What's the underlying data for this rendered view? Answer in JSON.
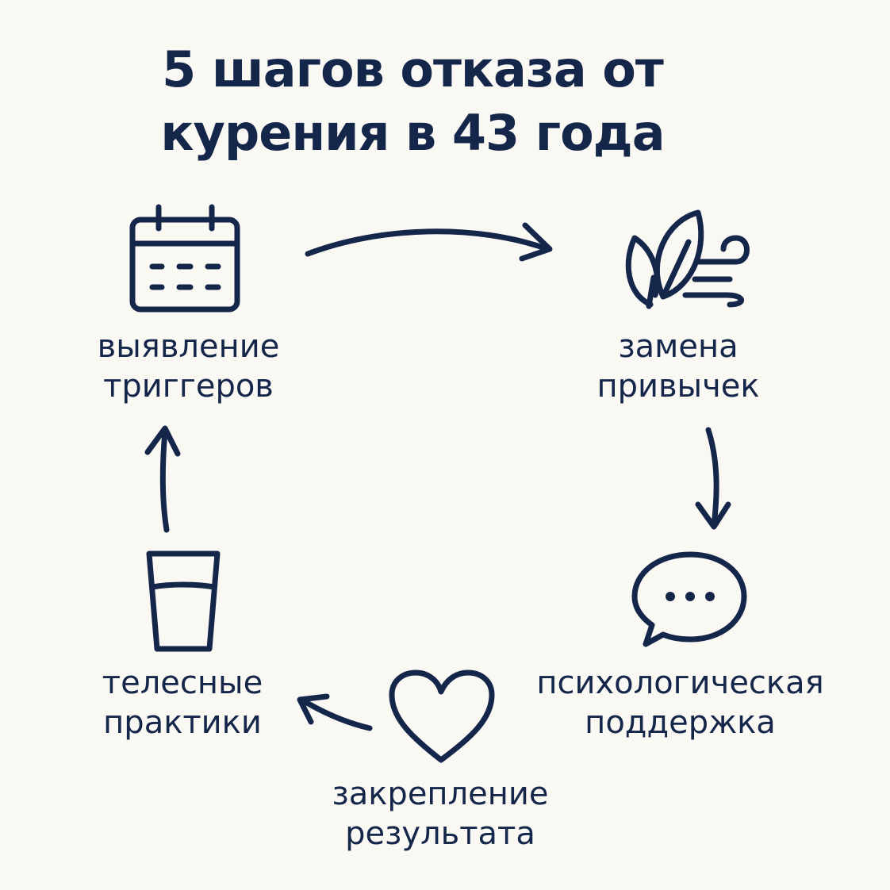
{
  "title": {
    "line1": "5 шагов отказа от",
    "line2": "курения в 43 года"
  },
  "steps": [
    {
      "line1": "выявление",
      "line2": "триггеров",
      "icon": "calendar-icon"
    },
    {
      "line1": "замена",
      "line2": "привычек",
      "icon": "leaf-wind-icon"
    },
    {
      "line1": "психологическая",
      "line2": "поддержка",
      "icon": "speech-bubble-icon"
    },
    {
      "line1": "закрепление",
      "line2": "результата",
      "icon": "heart-icon"
    },
    {
      "line1": "телесные",
      "line2": "практики",
      "icon": "glass-of-water-icon"
    }
  ],
  "colors": {
    "background": "#faf8f3",
    "ink": "#15264b"
  }
}
